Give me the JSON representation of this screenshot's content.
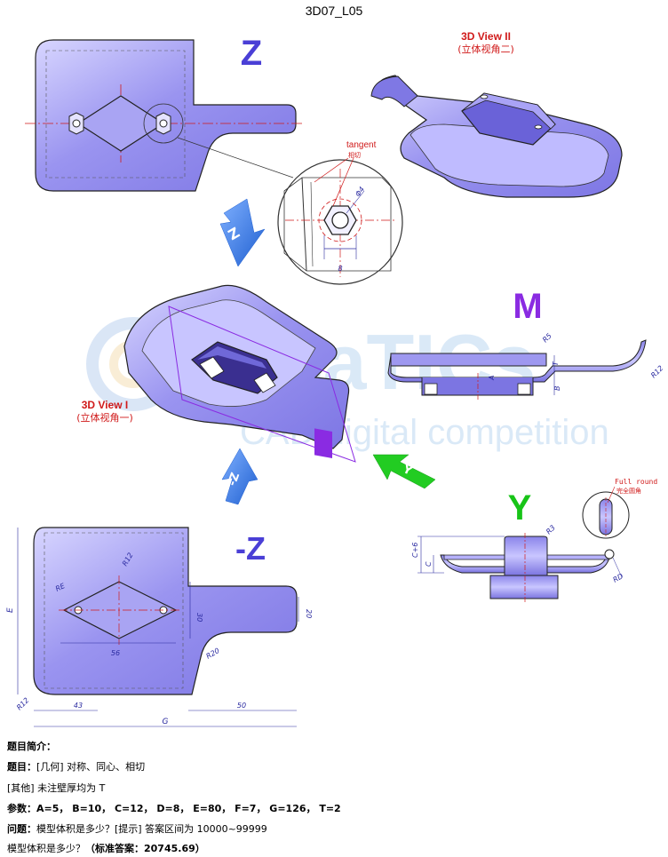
{
  "title": "3D07_L05",
  "views": {
    "z": "Z",
    "neg_z": "-Z",
    "m": "M",
    "y": "Y",
    "view2": "3D View II",
    "view2_cn": "(立体视角二)",
    "view1": "3D View I",
    "view1_cn": "(立体视角一)",
    "arrow_z": "Z",
    "arrow_neg_z": "-Z",
    "arrow_y": "Y",
    "m_flag": "M"
  },
  "watermark": {
    "brand": "CaTICs",
    "sub": "CAD digital competition"
  },
  "annotations": {
    "tangent": "tangent",
    "tangent_cn": "相切",
    "full_round": "Full round",
    "full_round_cn": "完全圆角",
    "dims": {
      "d8": "8",
      "phi4": "Φ4",
      "r5": "R5",
      "t": "T",
      "b": "B",
      "a": "A",
      "r12": "R12",
      "r3": "R3",
      "c_plus_6": "C+6",
      "c": "C",
      "rd": "RD",
      "r12b": "R12",
      "re": "RE",
      "d30": "30",
      "d56": "56",
      "e": "E",
      "d20": "20",
      "r20": "R20",
      "r12c": "R12",
      "d43": "43",
      "d50": "50",
      "g": "G"
    }
  },
  "info": {
    "heading": "题目简介：",
    "topic_label": "题目：",
    "topic_text": "[几何] 对称、同心、相切",
    "other": "[其他] 未注壁厚均为 T",
    "params_label": "参数：",
    "params_text": "A=5， B=10， C=12， D=8， E=80， F=7， G=126， T=2",
    "question_label": "问题：",
    "question_text": "模型体积是多少？[提示] 答案区间为 10000~99999",
    "answer_q": "模型体积是多少？",
    "answer_label": "（标准答案：",
    "answer_value": "20745.69",
    "answer_close": "）"
  },
  "colors": {
    "part_fill": "#8c86ec",
    "part_light": "#cfccff",
    "outline": "#222222",
    "dim_blue": "#2a2aa0",
    "label_purple": "#4a3fd6",
    "m_purple": "#8a2be2",
    "red": "#d01a1a",
    "arrow_blue": "#2a6ad6",
    "arrow_green": "#22cc22",
    "y_green": "#18c418"
  }
}
